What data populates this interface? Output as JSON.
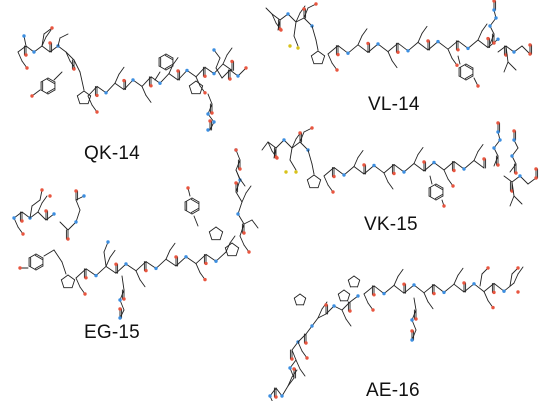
{
  "colors": {
    "background": "#ffffff",
    "bond": "#222222",
    "oxygen": "#e8553f",
    "nitrogen": "#3c8ee0",
    "sulfur": "#d8c21a",
    "label_text": "#111111"
  },
  "molecules": [
    {
      "id": "qk14",
      "label": "QK-14"
    },
    {
      "id": "vl14",
      "label": "VL-14"
    },
    {
      "id": "vk15",
      "label": "VK-15"
    },
    {
      "id": "eg15",
      "label": "EG-15"
    },
    {
      "id": "ae16",
      "label": "AE-16"
    }
  ]
}
